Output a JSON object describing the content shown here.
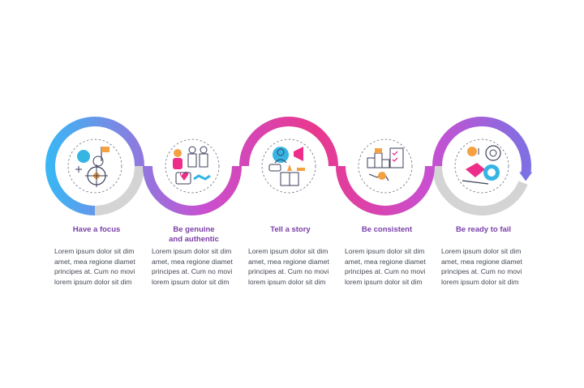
{
  "colors": {
    "gray_ring": "#d4d4d4",
    "gradient": [
      "#3ab6f4",
      "#7a72e4",
      "#c94fd0",
      "#e9388d"
    ],
    "title": "#7a3ea8",
    "body_text": "#444a55",
    "icon_blue": "#36b5e4",
    "icon_pink": "#ee2d8a",
    "icon_orange": "#f5a142",
    "icon_outline": "#3b3e5a"
  },
  "steps": [
    {
      "title": "Have a focus",
      "body": "Lorem ipsum dolor sit dim\namet, mea regione diamet\nprincipes at. Cum no movi\nlorem ipsum dolor sit dim",
      "icon": "target-focus-icon"
    },
    {
      "title": "Be genuine\nand authentic",
      "body": "Lorem ipsum dolor sit dim\namet, mea regione diamet\nprincipes at. Cum no movi\nlorem ipsum dolor sit dim",
      "icon": "people-handshake-icon"
    },
    {
      "title": "Tell a story",
      "body": "Lorem ipsum dolor sit dim\namet, mea regione diamet\nprincipes at. Cum no movi\nlorem ipsum dolor sit dim",
      "icon": "storyteller-book-icon"
    },
    {
      "title": "Be consistent",
      "body": "Lorem ipsum dolor sit dim\namet, mea regione diamet\nprincipes at. Cum no movi\nlorem ipsum dolor sit dim",
      "icon": "steps-checklist-icon"
    },
    {
      "title": "Be ready to fail",
      "body": "Lorem ipsum dolor sit dim\namet, mea regione diamet\nprincipes at. Cum no movi\nlorem ipsum dolor sit dim",
      "icon": "fail-target-icon"
    }
  ]
}
